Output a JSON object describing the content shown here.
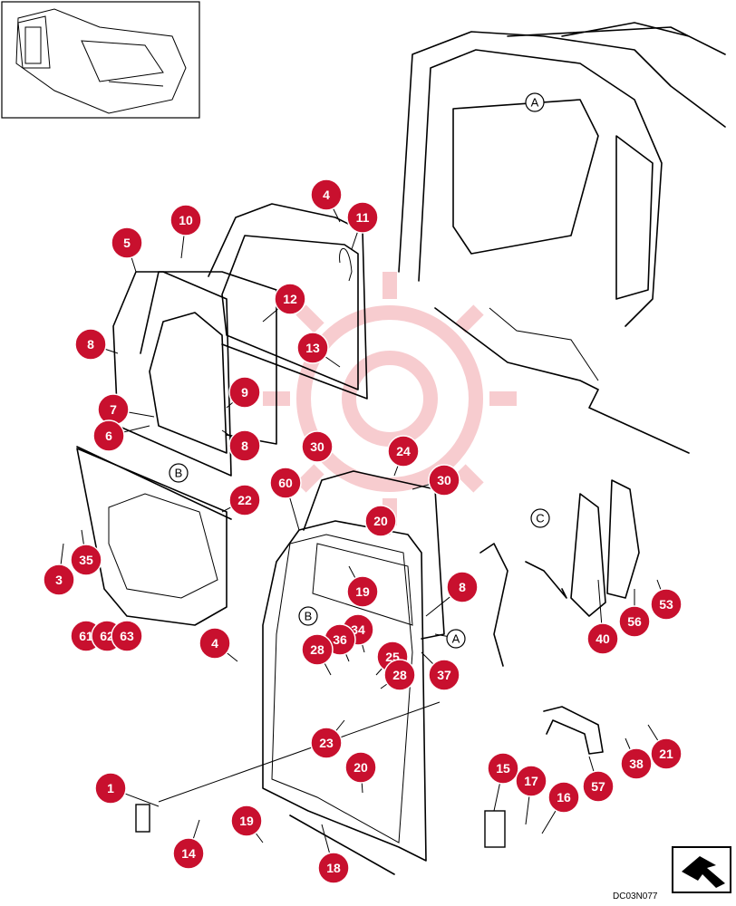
{
  "drawing_code": "DC03N077",
  "callouts": [
    "5",
    "10",
    "4",
    "11",
    "12",
    "8",
    "13",
    "9",
    "7",
    "6",
    "8",
    "30",
    "24",
    "30",
    "60",
    "22",
    "20",
    "3",
    "35",
    "19",
    "8",
    "61",
    "62",
    "63",
    "34",
    "36",
    "4",
    "28",
    "25",
    "28",
    "37",
    "23",
    "20",
    "40",
    "56",
    "53",
    "1",
    "19",
    "14",
    "18",
    "15",
    "17",
    "16",
    "57",
    "38",
    "21"
  ],
  "reference_labels": [
    "A",
    "B",
    "C",
    "B",
    "A"
  ],
  "colors": {
    "callout_fill": "#c8102e",
    "callout_text": "#ffffff",
    "line": "#000000",
    "watermark": "#f0a3a8"
  }
}
